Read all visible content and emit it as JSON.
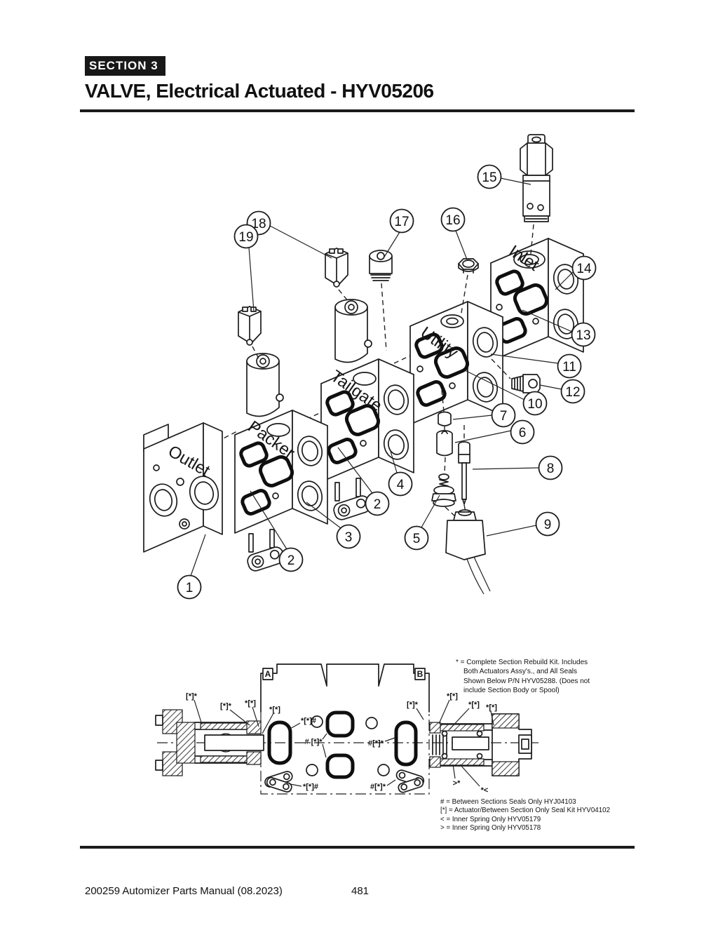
{
  "header": {
    "section": "SECTION 3",
    "title": "VALVE, Electrical Actuated - HYV05206"
  },
  "diagram": {
    "labels": [
      "Outlet",
      "Packer",
      "Tailgate",
      "Utility",
      "Inlet"
    ],
    "callouts": [
      "1",
      "2",
      "3",
      "2",
      "4",
      "5",
      "7",
      "6",
      "8",
      "9",
      "10",
      "11",
      "12",
      "13",
      "14",
      "15",
      "16",
      "17",
      "18",
      "19"
    ]
  },
  "cross_section": {
    "view_a": "A",
    "view_b": "B",
    "annotations": [
      "[*]*",
      "[*]*",
      "*[*]",
      "*[*]",
      "*[*]#",
      "# [*]*",
      "*[*]#",
      "[*]*",
      "*[*]",
      "*[*]",
      "*[*]",
      "#[*]*",
      "#[*]*",
      ">*",
      "*<"
    ],
    "rebuild_kit_note": [
      "* = Complete Section Rebuild Kit. Includes",
      "Both Actuators Assy's., and All Seals",
      "Shown Below P/N HYV05288. (Does not",
      "include Section Body or Spool)"
    ],
    "seal_legend": [
      "# = Between Sections Seals Only HYJ04103",
      "[*] = Actuator/Between Section Only Seal Kit HYV04102",
      "< = Inner Spring Only HYV05179",
      "> = Inner Spring Only HYV05178"
    ]
  },
  "footer": {
    "left": "200259 Automizer Parts Manual (08.2023)",
    "page": "481"
  }
}
